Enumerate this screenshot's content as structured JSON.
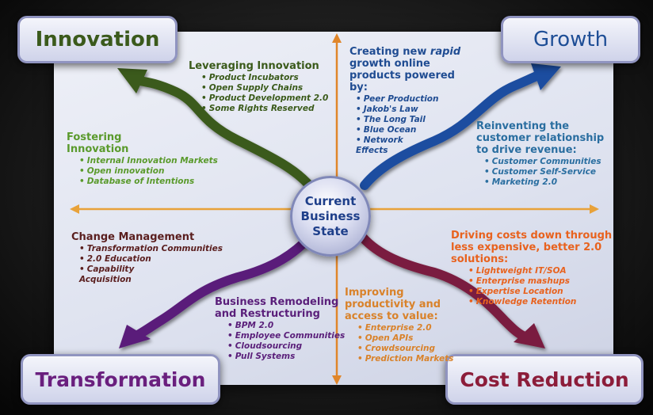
{
  "corners": {
    "innovation": "Innovation",
    "growth": "Growth",
    "transformation": "Transformation",
    "cost_reduction": "Cost Reduction"
  },
  "center": {
    "line1": "Current",
    "line2": "Business",
    "line3": "State"
  },
  "leveraging": {
    "heading": "Leveraging Innovation",
    "items": [
      "Product Incubators",
      "Open Supply Chains",
      "Product Development 2.0",
      "Some Rights Reserved"
    ]
  },
  "fostering": {
    "heading_line1": "Fostering",
    "heading_line2": "Innovation",
    "items": [
      "Internal Innovation Markets",
      "Open innovation",
      "Database of Intentions"
    ]
  },
  "creating": {
    "heading_prefix": "Creating new ",
    "heading_italic": "rapid",
    "heading_suffix": "growth online products powered by:",
    "items": [
      "Peer Production",
      "Jakob's Law",
      "The Long Tail",
      "Blue Ocean",
      "Network Effects"
    ]
  },
  "reinventing": {
    "heading_line1": "Reinventing the",
    "heading_line2": "customer relationship",
    "heading_line3": "to drive revenue:",
    "items": [
      "Customer Communities",
      "Customer Self-Service",
      "Marketing 2.0"
    ]
  },
  "change": {
    "heading": "Change Management",
    "items": [
      "Transformation Communities",
      "2.0 Education",
      "Capability Acquisition"
    ]
  },
  "remodeling": {
    "heading_line1": "Business Remodeling",
    "heading_line2": "and Restructuring",
    "items": [
      "BPM 2.0",
      "Employee Communities",
      "Cloudsourcing",
      "Pull Systems"
    ]
  },
  "productivity": {
    "heading_line1": "Improving",
    "heading_line2": "productivity and",
    "heading_line3": "access to value:",
    "items": [
      "Enterprise 2.0",
      "Open APIs",
      "Crowdsourcing",
      "Prediction Markets"
    ]
  },
  "costs": {
    "heading_line1": "Driving costs down through",
    "heading_line2": "less expensive, better 2.0",
    "heading_line3": "solutions:",
    "items": [
      "Lightweight IT/SOA",
      "Enterprise mashups",
      "Expertise Location",
      "Knowledge Retention"
    ]
  },
  "colors": {
    "innovation": "#3a5a1a",
    "growth": "#1f4ea0",
    "transformation": "#5a1f7a",
    "cost": "#7a1f3f",
    "axis": "#e8a23a"
  }
}
